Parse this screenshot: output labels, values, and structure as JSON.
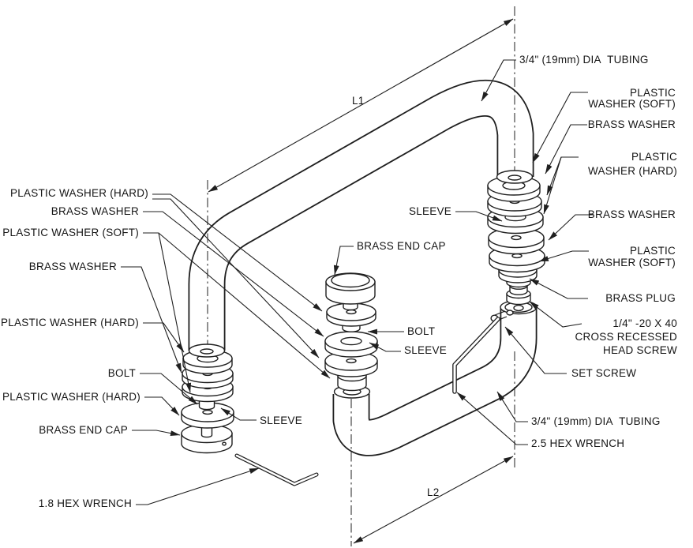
{
  "colors": {
    "line": "#1f1f1f",
    "background": "#ffffff"
  },
  "dimensions": {
    "l1": "L1",
    "l2": "L2"
  },
  "callouts": {
    "left": {
      "plastic_washer_hard_top": "PLASTIC WASHER (HARD)",
      "brass_washer_top": "BRASS WASHER",
      "plastic_washer_soft": "PLASTIC WASHER (SOFT)",
      "brass_washer": "BRASS WASHER",
      "plastic_washer_hard_mid": "PLASTIC WASHER (HARD)",
      "bolt": "BOLT",
      "plastic_washer_hard_low": "PLASTIC WASHER (HARD)",
      "brass_end_cap": "BRASS END CAP",
      "hex_wrench_18": "1.8 HEX WRENCH",
      "sleeve": "SLEEVE"
    },
    "center": {
      "brass_end_cap": "BRASS END CAP",
      "bolt": "BOLT",
      "sleeve": "SLEEVE"
    },
    "top": {
      "tubing": "3/4\" (19mm) DIA  TUBING"
    },
    "right": {
      "sleeve": "SLEEVE",
      "plastic_washer_soft_1": [
        "PLASTIC",
        "WASHER (SOFT)"
      ],
      "brass_washer_1": "BRASS WASHER",
      "plastic_washer_hard": [
        "PLASTIC",
        "WASHER (HARD)"
      ],
      "brass_washer_2": "BRASS WASHER",
      "plastic_washer_soft_2": [
        "PLASTIC",
        "WASHER (SOFT)"
      ],
      "brass_plug": "BRASS PLUG",
      "head_screw": [
        "1/4\" -20 X 40",
        "CROSS RECESSED",
        "HEAD SCREW"
      ],
      "set_screw": "SET SCREW",
      "tubing": "3/4\" (19mm) DIA  TUBING",
      "hex_wrench_25": "2.5 HEX WRENCH"
    }
  }
}
